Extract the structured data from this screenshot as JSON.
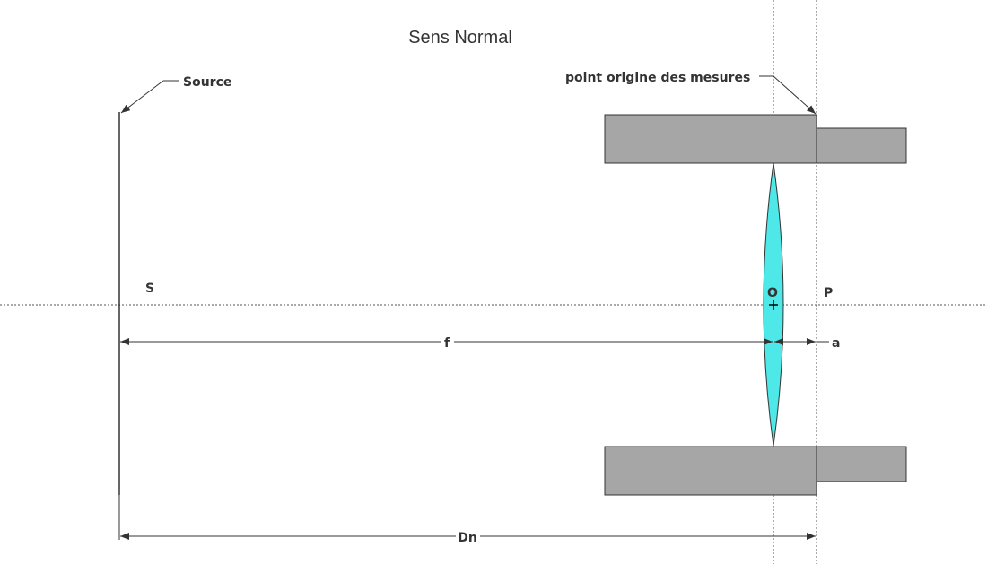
{
  "title": "Sens Normal",
  "labels": {
    "source": "Source",
    "origin": "point origine des mesures",
    "s": "S",
    "o": "O",
    "p": "P"
  },
  "dimensions": {
    "f": "f",
    "a": "a",
    "dn": "Dn"
  },
  "colors": {
    "lens_fill": "#4fe8e8",
    "barrel_fill": "#a6a6a6",
    "line": "#333333"
  }
}
